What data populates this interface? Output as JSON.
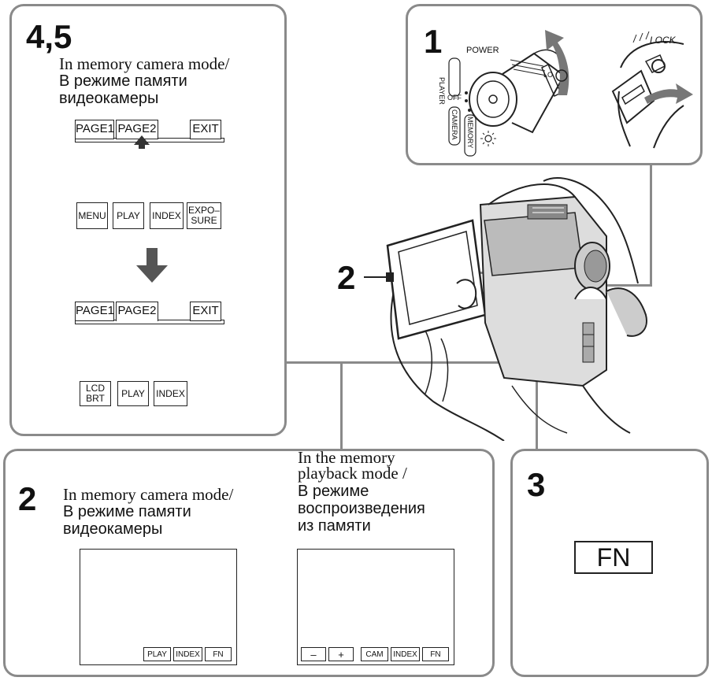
{
  "panel_45": {
    "step": "4,5",
    "caption_en": "In memory camera mode/",
    "caption_ru_1": "В режиме памяти",
    "caption_ru_2": "видеокамеры",
    "screen_top": {
      "tab1": "PAGE1",
      "tab2": "PAGE2",
      "exit": "EXIT",
      "buttons": [
        "MENU",
        "PLAY",
        "INDEX",
        "EXPO–",
        "SURE"
      ]
    },
    "screen_bottom": {
      "tab1": "PAGE1",
      "tab2": "PAGE2",
      "exit": "EXIT",
      "buttons": [
        "LCD",
        "BRT",
        "PLAY",
        "INDEX"
      ]
    }
  },
  "panel_1": {
    "step": "1",
    "power_label": "POWER",
    "player_label": "PLAYER",
    "off_label": "OFF",
    "camera_label": "CAMERA",
    "memory_label": "MEMORY",
    "lock_label": "LOCK",
    "lock_small": "LO"
  },
  "camera_callout": {
    "step": "2"
  },
  "panel_2": {
    "step": "2",
    "left_en": "In memory camera mode/",
    "left_ru_1": "В режиме памяти",
    "left_ru_2": "видеокамеры",
    "right_en_1": "In the memory",
    "right_en_2": "playback mode /",
    "right_ru_1": "В режиме",
    "right_ru_2": "воспроизведения",
    "right_ru_3": "из памяти",
    "left_buttons": [
      "PLAY",
      "INDEX",
      "FN"
    ],
    "right_buttons": [
      "–",
      "+",
      "CAM",
      "INDEX",
      "FN"
    ]
  },
  "panel_3": {
    "step": "3",
    "fn_label": "FN"
  },
  "colors": {
    "frame": "#8a8a8a",
    "arrow": "#555555"
  }
}
